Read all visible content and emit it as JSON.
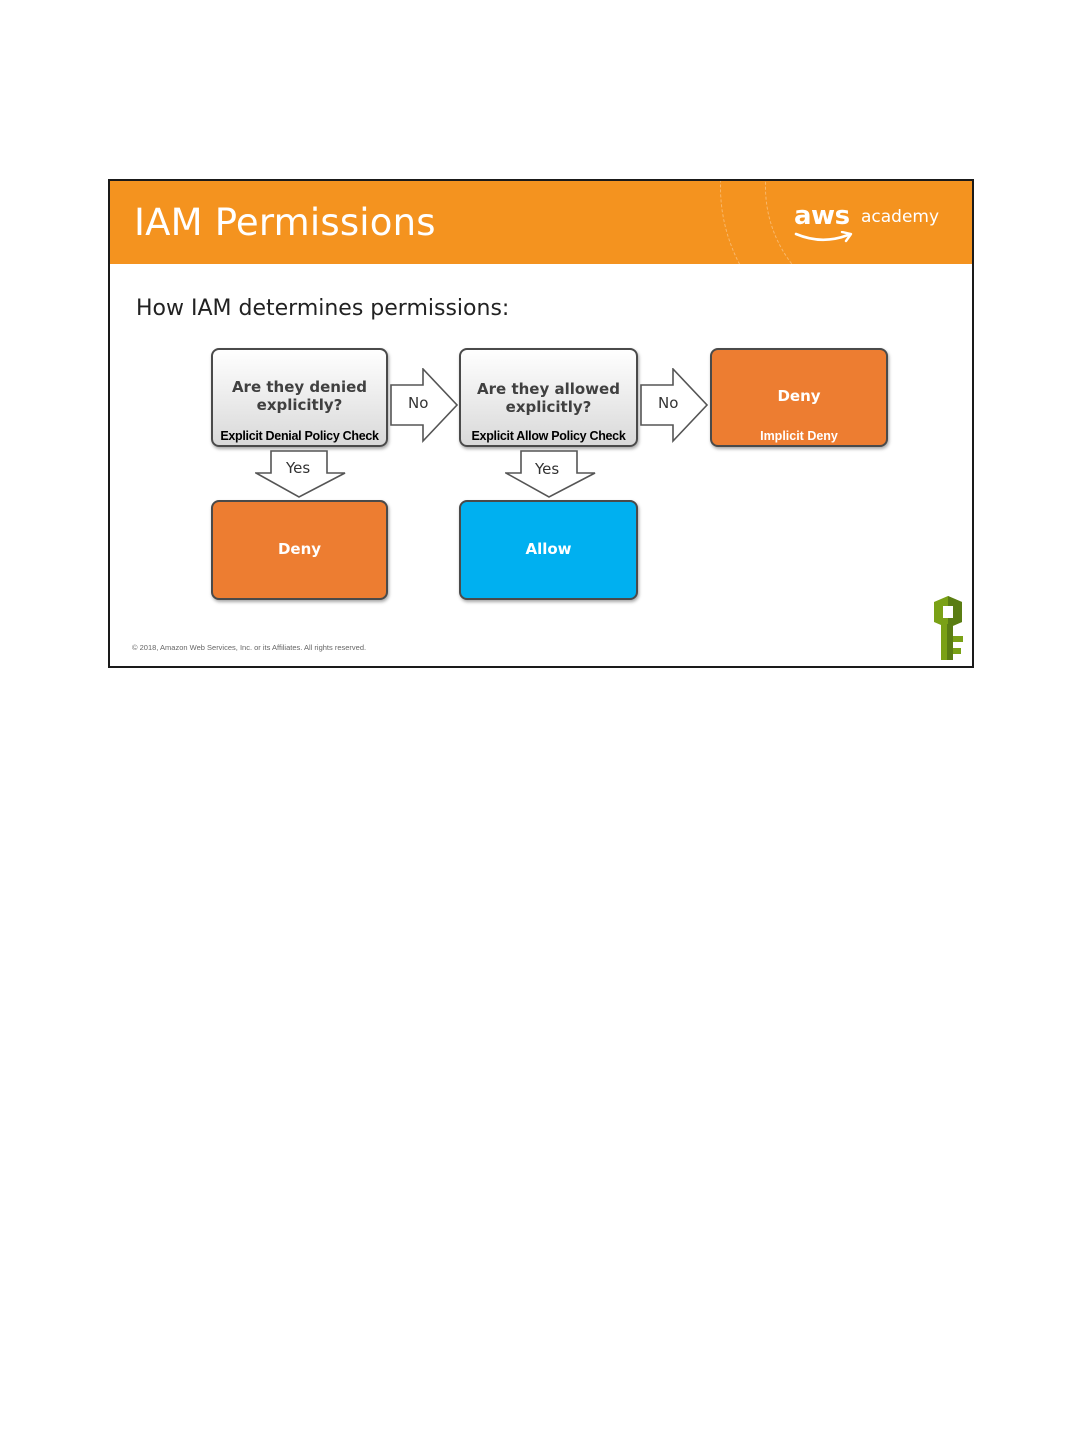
{
  "slide": {
    "title": "IAM Permissions",
    "subtitle": "How IAM determines permissions:",
    "copyright": "© 2018, Amazon Web Services, Inc. or its Affiliates. All rights reserved."
  },
  "logo": {
    "brand": "aws",
    "product": "academy"
  },
  "flow": {
    "denial_check": {
      "question": [
        "Are they denied",
        "explicitly?"
      ],
      "caption": "Explicit Denial Policy Check"
    },
    "allow_check": {
      "question": [
        "Are they allowed",
        "explicitly?"
      ],
      "caption": "Explicit Allow Policy Check"
    },
    "implicit_deny": {
      "label": "Deny",
      "caption": "Implicit Deny"
    },
    "explicit_deny": {
      "label": "Deny"
    },
    "allow": {
      "label": "Allow"
    },
    "arrows": {
      "no_1": "No",
      "no_2": "No",
      "yes_1": "Yes",
      "yes_2": "Yes"
    }
  },
  "colors": {
    "header": "#f4931f",
    "deny": "#ed7d31",
    "allow": "#00b0f0",
    "check_box": "#d9d9d9"
  },
  "icons": {
    "iam": "iam-key-icon"
  }
}
